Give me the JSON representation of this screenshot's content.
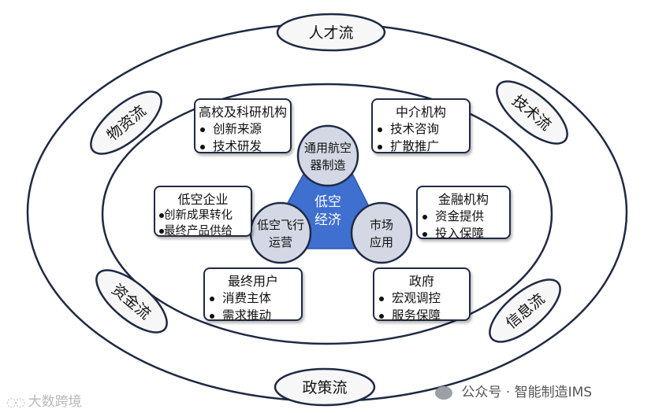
{
  "colors": {
    "border": "#1f2a44",
    "flow_fill": "#f7f7f7",
    "triangle": "#3f6fcf",
    "bubble": "#d3d8e4",
    "center_text": "#ffffff"
  },
  "flows": {
    "talent": "人才流",
    "technology": "技术流",
    "information": "信息流",
    "policy": "政策流",
    "capital": "资金流",
    "material": "物资流"
  },
  "center": {
    "line1": "低空",
    "line2": "经济"
  },
  "bubbles": {
    "manufacturing": {
      "line1": "通用航空",
      "line2": "器制造"
    },
    "operation": {
      "line1": "低空飞行",
      "line2": "运营"
    },
    "market": {
      "line1": "市场",
      "line2": "应用"
    }
  },
  "boxes": {
    "universities": {
      "title": "高校及科研机构",
      "items": [
        "创新来源",
        "技术研发"
      ]
    },
    "intermediary": {
      "title": "中介机构",
      "items": [
        "技术咨询",
        "扩散推广"
      ]
    },
    "enterprise": {
      "title": "低空企业",
      "items": [
        "创新成果转化",
        "最终产品供给"
      ]
    },
    "finance": {
      "title": "金融机构",
      "items": [
        "资金提供",
        "投入保障"
      ]
    },
    "end_user": {
      "title": "最终用户",
      "items": [
        "消费主体",
        "需求推动"
      ]
    },
    "government": {
      "title": "政府",
      "items": [
        "宏观调控",
        "服务保障"
      ]
    }
  },
  "watermarks": {
    "left": "大数跨境",
    "right": "公众号 · 智能制造IMS"
  }
}
